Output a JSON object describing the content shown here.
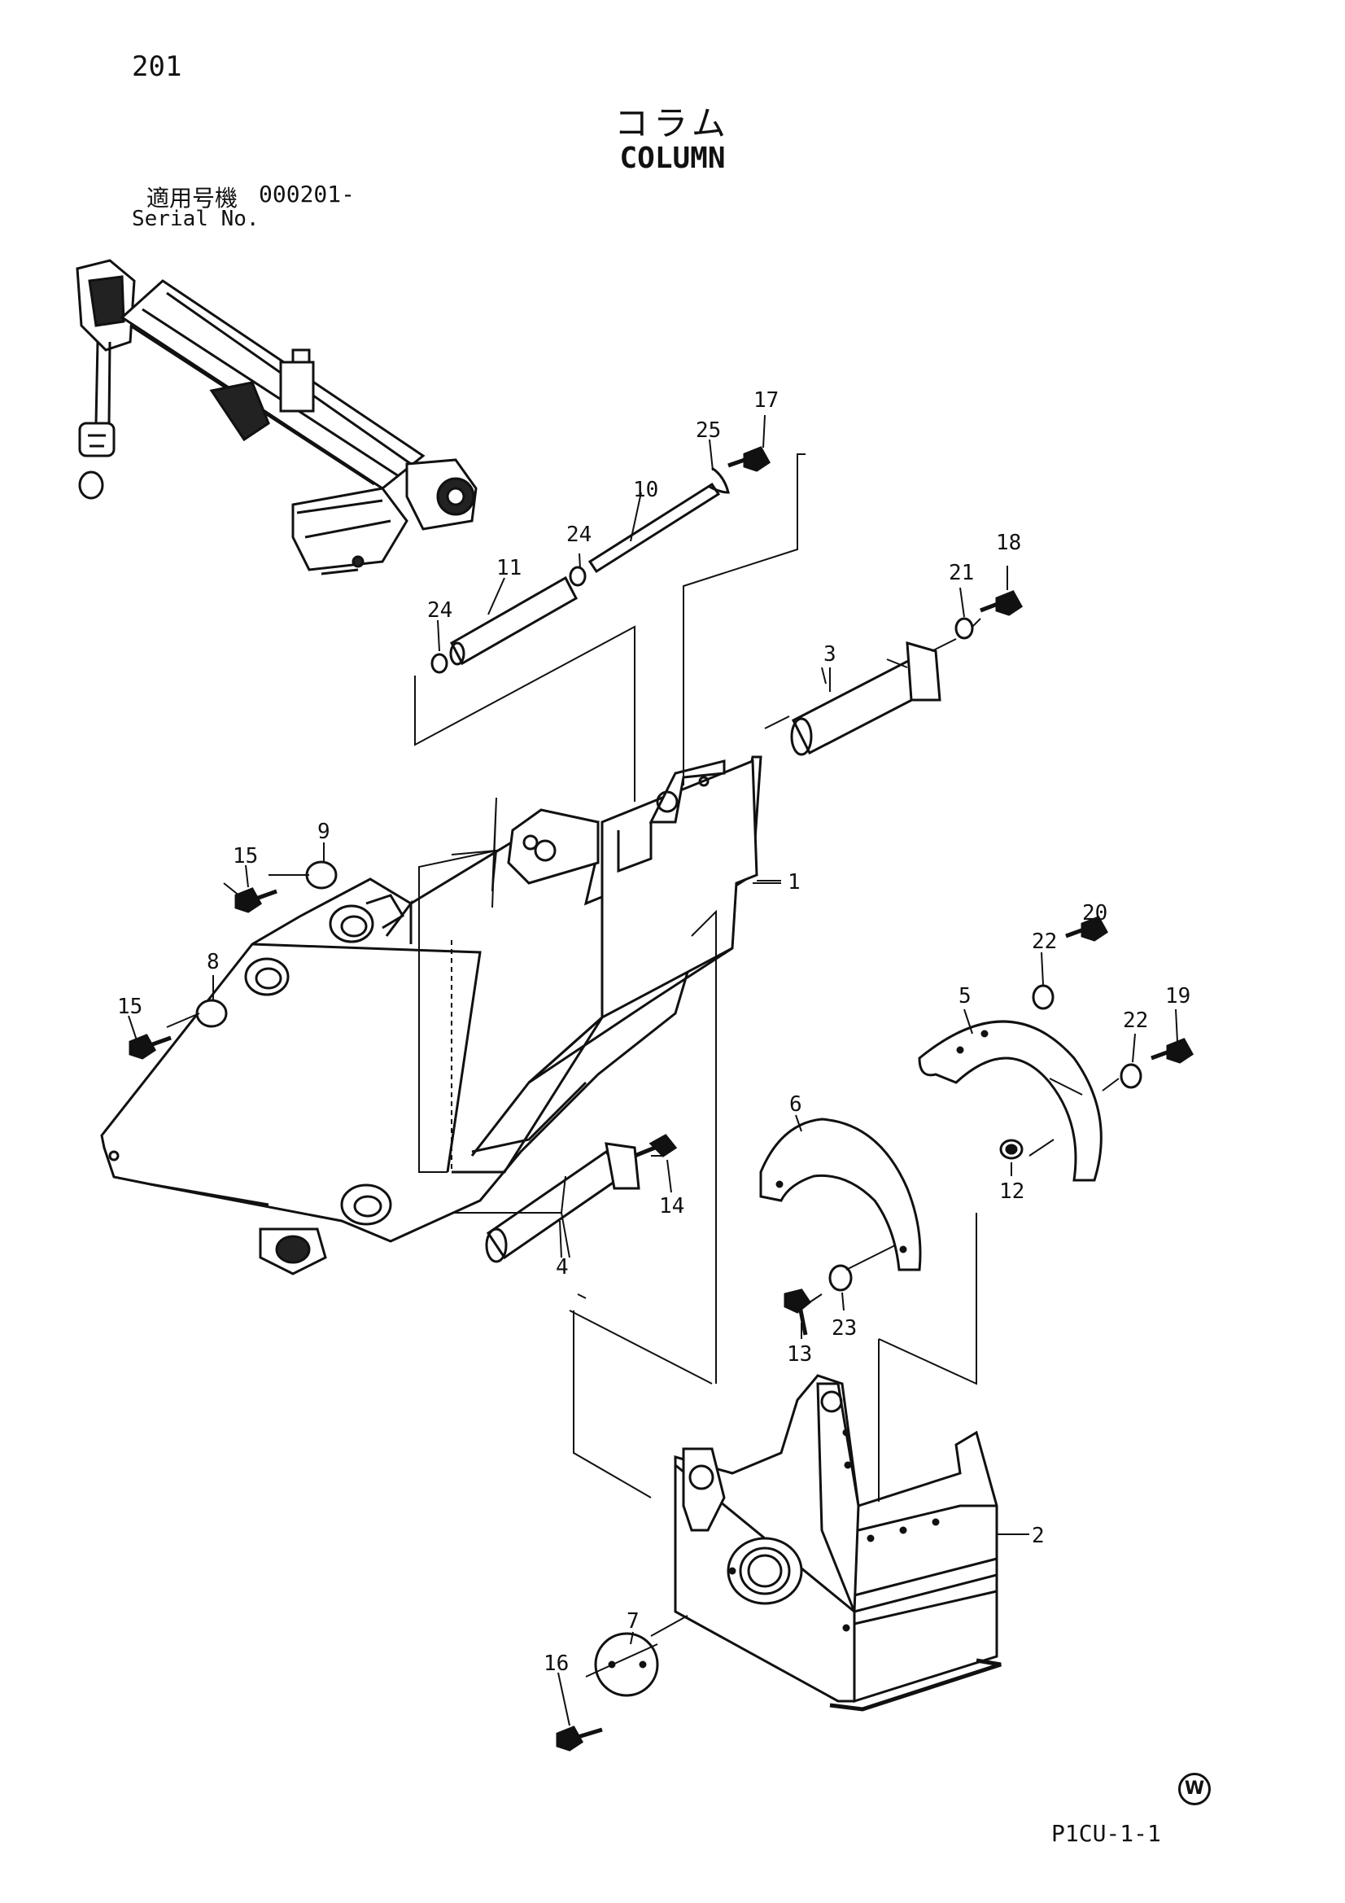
{
  "page_number": "201",
  "title_jp": "コラム",
  "title_en": "COLUMN",
  "serial_label_jp": "適用号機",
  "serial_value": "000201-",
  "serial_label_en": "Serial No.",
  "w_mark": "W",
  "figure_code": "P1CU-1-1",
  "callouts": {
    "c1": "1",
    "c2": "2",
    "c3": "3",
    "c4": "4",
    "c5": "5",
    "c6": "6",
    "c7": "7",
    "c8": "8",
    "c9": "9",
    "c10": "10",
    "c11": "11",
    "c12": "12",
    "c13": "13",
    "c14": "14",
    "c15a": "15",
    "c15b": "15",
    "c16": "16",
    "c17": "17",
    "c18": "18",
    "c19": "19",
    "c20": "20",
    "c21": "21",
    "c22a": "22",
    "c22b": "22",
    "c23": "23",
    "c24a": "24",
    "c24b": "24",
    "c25": "25"
  }
}
